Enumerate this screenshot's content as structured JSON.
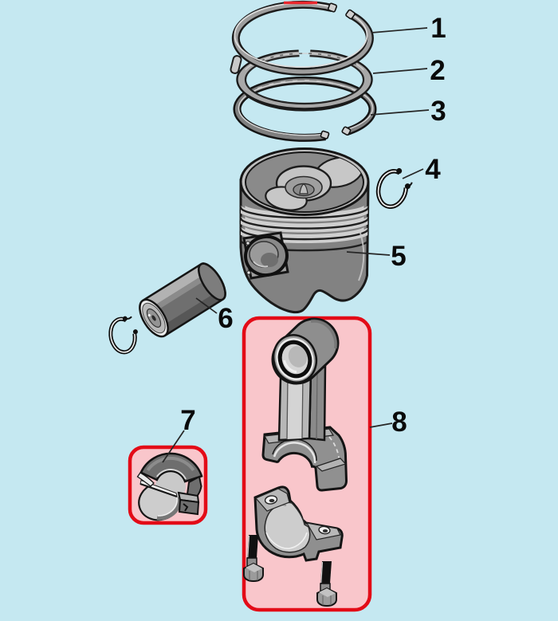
{
  "diagram": {
    "kind": "exploded-parts-diagram",
    "subject": "piston and connecting rod assembly"
  },
  "colors": {
    "bg": "#c5e8f1",
    "hlFill": "#f9c6cb",
    "hlStroke": "#e30b17",
    "ink": "#262626",
    "label": "#0a0a0a",
    "mark": "#e8272d"
  },
  "parts": [
    {
      "callout": "1",
      "name": "top compression ring"
    },
    {
      "callout": "2",
      "name": "second compression ring"
    },
    {
      "callout": "3",
      "name": "oil control ring"
    },
    {
      "callout": "4",
      "name": "piston pin circlip"
    },
    {
      "callout": "5",
      "name": "piston"
    },
    {
      "callout": "6",
      "name": "piston pin"
    },
    {
      "callout": "7",
      "name": "big end bearing shells"
    },
    {
      "callout": "8",
      "name": "connecting rod with cap and bolts"
    }
  ]
}
